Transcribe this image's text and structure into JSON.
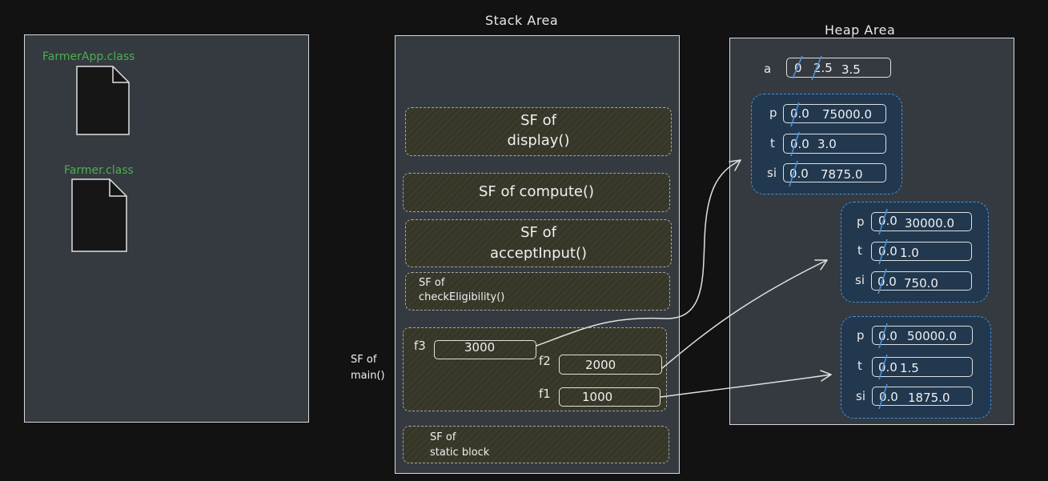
{
  "method_area": {
    "files": [
      {
        "name": "FarmerApp.class"
      },
      {
        "name": "Farmer.class"
      }
    ]
  },
  "stack": {
    "title": "Stack Area",
    "frames": {
      "display": [
        "SF of",
        "display()"
      ],
      "compute": "SF of compute()",
      "accept_input": [
        "SF of",
        "acceptInput()"
      ],
      "check_eligibility": [
        "SF of",
        "checkEligibility()"
      ],
      "main_label": [
        "SF of",
        "main()"
      ],
      "static_block": [
        "SF of",
        "static block"
      ]
    },
    "main_vars": [
      {
        "name": "f3",
        "value": "3000"
      },
      {
        "name": "f2",
        "value": "2000"
      },
      {
        "name": "f1",
        "value": "1000"
      }
    ]
  },
  "heap": {
    "title": "Heap Area",
    "static_var": {
      "name": "a",
      "old": [
        "0",
        "2.5"
      ],
      "current": "3.5"
    },
    "objects": [
      {
        "fields": [
          {
            "name": "p",
            "old": "0.0",
            "current": "75000.0"
          },
          {
            "name": "t",
            "old": "0.0",
            "current": "3.0"
          },
          {
            "name": "si",
            "old": "0.0",
            "current": "7875.0"
          }
        ]
      },
      {
        "fields": [
          {
            "name": "p",
            "old": "0.0",
            "current": "30000.0"
          },
          {
            "name": "t",
            "old": "0.0",
            "current": "1.0"
          },
          {
            "name": "si",
            "old": "0.0",
            "current": "750.0"
          }
        ]
      },
      {
        "fields": [
          {
            "name": "p",
            "old": "0.0",
            "current": "50000.0"
          },
          {
            "name": "t",
            "old": "0.0",
            "current": "1.5"
          },
          {
            "name": "si",
            "old": "0.0",
            "current": "1875.0"
          }
        ]
      }
    ]
  },
  "colors": {
    "panel": "#343a40",
    "object_fill": "#21384f",
    "object_border": "#4a90d9",
    "strike": "#4a90d9",
    "class_label": "#4caf50"
  }
}
